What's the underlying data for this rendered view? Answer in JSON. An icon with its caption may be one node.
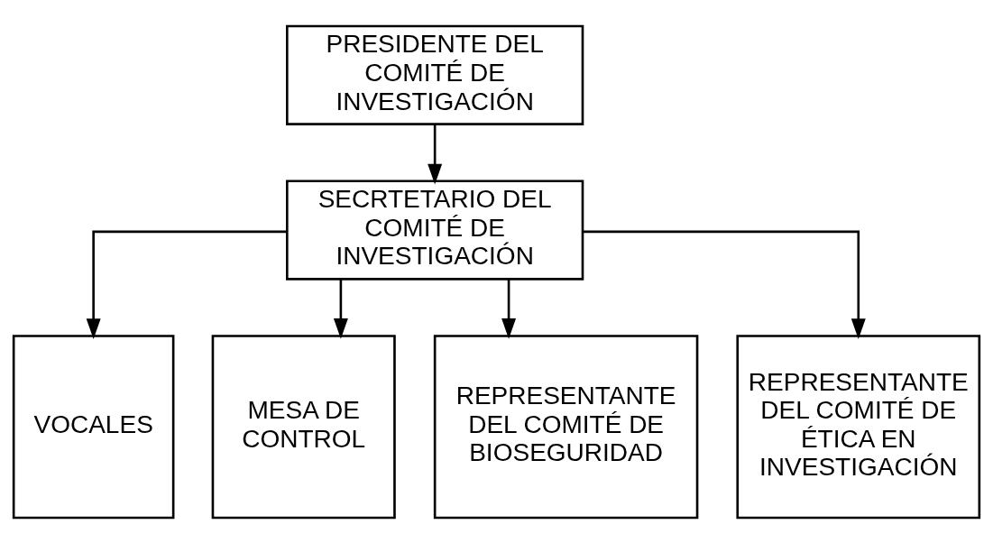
{
  "diagram": {
    "nodes": [
      {
        "text": [
          "PRESIDENTE DEL COMITÉ DE INVESTIGACIÓN"
        ]
      },
      {
        "text": [
          "SECRTETARIO DEL COMITÉ DE INVESTIGACIÓN"
        ]
      },
      {
        "text": [
          "VOCALES"
        ]
      },
      {
        "text": [
          "MESA DE CONTROL"
        ]
      },
      {
        "text": [
          "REPRESENTANTE DEL COMITÉ DE BIOSEGURIDAD"
        ]
      },
      {
        "text": [
          "REPRESENTANTE DEL COMITÉ DE ÉTICA EN INVESTIGACIÓN"
        ]
      }
    ],
    "edges": [
      {
        "from": 0,
        "to": 1,
        "arrow": "to"
      },
      {
        "from": 1,
        "to": 2,
        "arrow": "to"
      },
      {
        "from": 1,
        "to": 3,
        "arrow": "to"
      },
      {
        "from": 1,
        "to": 4,
        "arrow": "to"
      },
      {
        "from": 1,
        "to": 5,
        "arrow": "to"
      }
    ]
  }
}
